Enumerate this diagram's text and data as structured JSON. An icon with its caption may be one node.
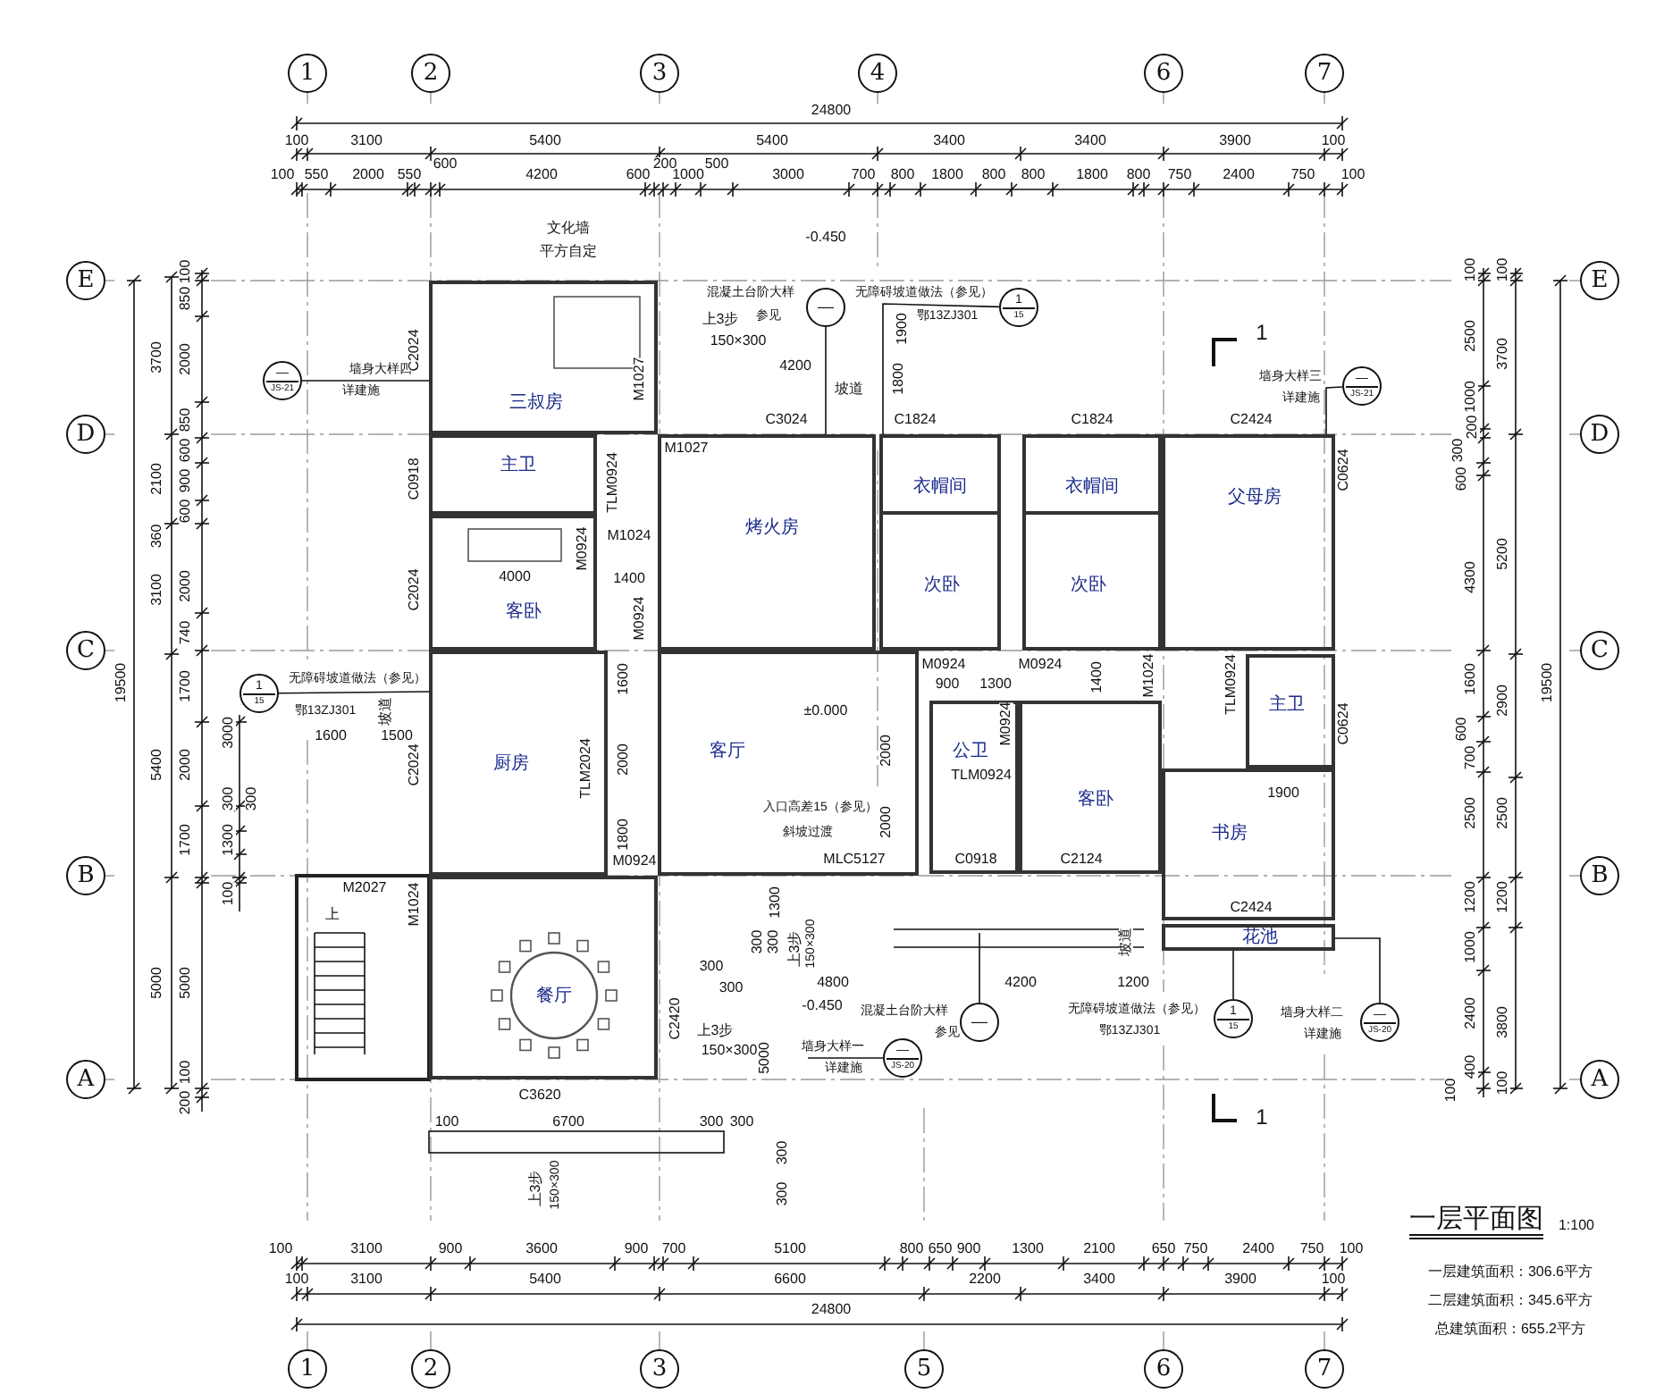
{
  "diagram": {
    "title": "一层平面图",
    "nodes": [
      {
        "text": [
          "1"
        ]
      },
      {
        "text": [
          "2"
        ]
      },
      {
        "text": [
          "3"
        ]
      },
      {
        "text": [
          "4"
        ]
      },
      {
        "text": [
          "6"
        ]
      },
      {
        "text": [
          "7"
        ]
      },
      {
        "text": [
          "E"
        ]
      },
      {
        "text": [
          "D"
        ]
      },
      {
        "text": [
          "C"
        ]
      },
      {
        "text": [
          "B"
        ]
      },
      {
        "text": [
          "A"
        ]
      },
      {
        "text": [
          "E"
        ]
      },
      {
        "text": [
          "D"
        ]
      },
      {
        "text": [
          "C"
        ]
      },
      {
        "text": [
          "B"
        ]
      },
      {
        "text": [
          "A"
        ]
      },
      {
        "text": [
          "三叔房"
        ]
      },
      {
        "text": [
          "主卫"
        ]
      },
      {
        "text": [
          "客卧"
        ]
      },
      {
        "text": [
          "烤火房"
        ]
      },
      {
        "text": [
          "次卧"
        ]
      },
      {
        "text": [
          "衣帽间"
        ],
        "in": 20
      },
      {
        "text": [
          "次卧"
        ]
      },
      {
        "text": [
          "衣帽间"
        ],
        "in": 22
      },
      {
        "text": [
          "父母房"
        ]
      },
      {
        "text": [
          "厨房"
        ]
      },
      {
        "text": [
          "客厅"
        ]
      },
      {
        "text": [
          "公卫"
        ]
      },
      {
        "text": [
          "客卧"
        ]
      },
      {
        "text": [
          "主卫"
        ]
      },
      {
        "text": [
          "书房"
        ]
      },
      {
        "text": [
          "餐厅"
        ]
      },
      {
        "text": [
          "花池"
        ]
      },
      {
        "text": [
          "—",
          "JS-21"
        ],
        "beside": [
          "墙身大样四",
          "详建施"
        ]
      },
      {
        "text": [
          "—"
        ],
        "beside": [
          "混凝土台阶大样",
          "参见"
        ]
      },
      {
        "text": [
          "1",
          "15"
        ],
        "beside": [
          "无障碍坡道做法（参见）",
          "鄂13ZJ301"
        ]
      },
      {
        "text": [
          "—",
          "JS-21"
        ],
        "beside": [
          "墙身大样三",
          "详建施"
        ]
      },
      {
        "text": [
          "1",
          "15"
        ],
        "beside": [
          "无障碍坡道做法（参见）",
          "鄂13ZJ301"
        ]
      },
      {
        "text": [
          "—"
        ],
        "beside": [
          "混凝土台阶大样",
          "参见"
        ]
      },
      {
        "text": [
          "1",
          "15"
        ],
        "beside": [
          "无障碍坡道做法（参见）",
          "鄂13ZJ301"
        ]
      },
      {
        "text": [
          "—",
          "JS-20"
        ],
        "beside": [
          "墙身大样二",
          "详建施"
        ]
      },
      {
        "text": [
          "—",
          "JS-20"
        ],
        "beside": [
          "墙身大样一",
          "详建施"
        ]
      },
      {
        "text": [
          "1"
        ]
      },
      {
        "text": [
          "2"
        ]
      },
      {
        "text": [
          "3"
        ]
      },
      {
        "text": [
          "5"
        ]
      },
      {
        "text": [
          "6"
        ]
      },
      {
        "text": [
          "7"
        ]
      }
    ],
    "edges": [
      {
        "from": 33,
        "to": 16,
        "arrow": "none"
      },
      {
        "from": 34,
        "to": 19,
        "arrow": "none"
      },
      {
        "from": 35,
        "to": 20,
        "arrow": "none"
      },
      {
        "from": 36,
        "to": 24,
        "arrow": "none"
      },
      {
        "from": 37,
        "to": 25,
        "arrow": "none"
      },
      {
        "from": 38,
        "to": null,
        "arrow": "none"
      },
      {
        "from": 39,
        "to": 32,
        "arrow": "none"
      },
      {
        "from": 40,
        "to": 32,
        "arrow": "none"
      },
      {
        "from": 41,
        "to": null,
        "arrow": "none"
      }
    ],
    "labels": [
      "24800",
      "100",
      "3100",
      "5400",
      "5400",
      "3400",
      "3400",
      "3900",
      "100",
      "100",
      "550",
      "2000",
      "550",
      "600",
      "4200",
      "600",
      "200",
      "1000",
      "500",
      "3000",
      "700",
      "800",
      "1800",
      "800",
      "800",
      "1800",
      "800",
      "750",
      "2400",
      "750",
      "100",
      "文化墙",
      "平方自定",
      "-0.450",
      "19500",
      "3700",
      "2100",
      "3100",
      "5400",
      "5000",
      "100",
      "850",
      "2000",
      "850",
      "600",
      "900",
      "600",
      "360",
      "2000",
      "740",
      "1700",
      "2000",
      "1700",
      "5000",
      "100",
      "200",
      "3000",
      "300",
      "300",
      "1300",
      "100",
      "1600",
      "1500",
      "坡道",
      "100",
      "2500",
      "1000",
      "200",
      "300",
      "600",
      "4300",
      "1600",
      "600",
      "700",
      "2500",
      "1200",
      "1000",
      "2400",
      "400",
      "100",
      "100",
      "3700",
      "5200",
      "2900",
      "2500",
      "1200",
      "3800",
      "100",
      "19500",
      "C2024",
      "上3步",
      "150×300",
      "4200",
      "坡道",
      "1900",
      "1800",
      "1",
      "M1027",
      "C3024",
      "C1824",
      "C1824",
      "C2424",
      "M1027",
      "C0918",
      "TLM0924",
      "C0624",
      "M0924",
      "M1024",
      "C2024",
      "4000",
      "1400",
      "M0924",
      "M0924",
      "M0924",
      "900",
      "1300",
      "1400",
      "M1024",
      "TLM0924",
      "M0924",
      "TLM0924",
      "C0918",
      "C2124",
      "C0624",
      "1900",
      "C2424",
      "2000",
      "2000",
      "MLC5127",
      "入口高差15（参见）",
      "斜坡过渡",
      "±0.000",
      "C2024",
      "1600",
      "2000",
      "1800",
      "TLM2024",
      "M0924",
      "M2027",
      "M1024",
      "上",
      "C2420",
      "C3620",
      "300",
      "300",
      "300",
      "300",
      "1300",
      "上3步",
      "150×300",
      "4800",
      "4200",
      "1200",
      "-0.450",
      "上3步",
      "150×300",
      "5000",
      "1",
      "坡道",
      "100",
      "6700",
      "300",
      "300",
      "上3步",
      "150×300",
      "300",
      "300",
      "100",
      "3100",
      "900",
      "3600",
      "900",
      "700",
      "5100",
      "800",
      "650",
      "900",
      "1300",
      "2100",
      "650",
      "750",
      "2400",
      "750",
      "100",
      "100",
      "3100",
      "5400",
      "6600",
      "2200",
      "3400",
      "3900",
      "100",
      "24800",
      "1:100",
      "一层建筑面积：306.6平方",
      "二层建筑面积：345.6平方",
      "总建筑面积：655.2平方"
    ]
  }
}
